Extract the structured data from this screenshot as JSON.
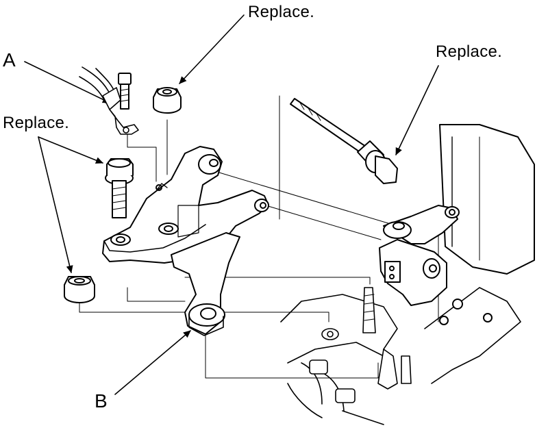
{
  "diagram": {
    "callouts": {
      "replace_top": "Replace.",
      "replace_right": "Replace.",
      "replace_left": "Replace.",
      "letter_a": "A",
      "letter_b": "B"
    }
  }
}
